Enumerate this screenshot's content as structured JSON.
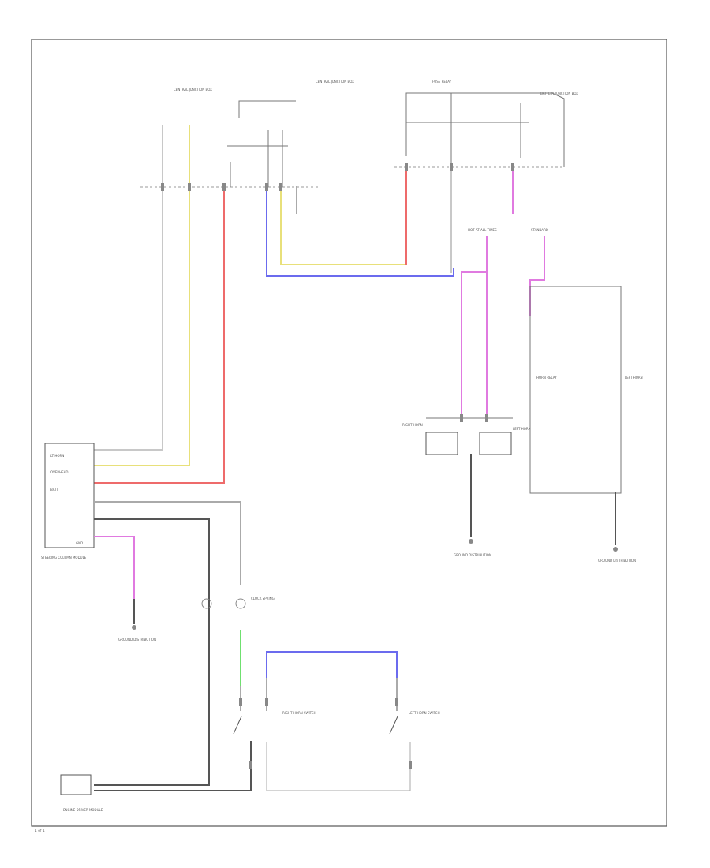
{
  "colors": {
    "frame": "#555555",
    "wire_white": "#c8c8c8",
    "wire_yellow": "#e8e07a",
    "wire_red": "#ee6b6b",
    "wire_blue": "#6b6bee",
    "wire_violet": "#e07ae0",
    "wire_green": "#6fe06f",
    "wire_black": "#555555",
    "wire_gray": "#aaaaaa"
  },
  "labels": {
    "central_junction_left": "CENTRAL JUNCTION BOX",
    "central_junction_mid": "CENTRAL JUNCTION BOX",
    "battery_junction": "BATTERY JUNCTION BOX",
    "fuse_relay_box": "FUSE RELAY",
    "hot_at_all_times": "HOT AT ALL TIMES",
    "standard": "STANDARD",
    "steering_column_module": "STEERING COLUMN MODULE",
    "scm_pins": [
      "LT HORN",
      "OVERHEAD",
      "BATT",
      "",
      "",
      "GND"
    ],
    "clockspring": "CLOCK SPRING",
    "horn_relay_left": "HORN RELAY",
    "horn_relay_right": "LEFT HORN",
    "right_horn_switch": "RIGHT HORN SWITCH",
    "left_horn_switch": "LEFT HORN SWITCH",
    "ground_left": "GROUND DISTRIBUTION",
    "ground_mid": "GROUND DISTRIBUTION",
    "ground_right": "GROUND DISTRIBUTION",
    "engine_module": "ENGINE DRIVER MODULE",
    "horn_left": "RIGHT HORN",
    "horn_right": "LEFT HORN",
    "page_number": "1 of 1"
  }
}
